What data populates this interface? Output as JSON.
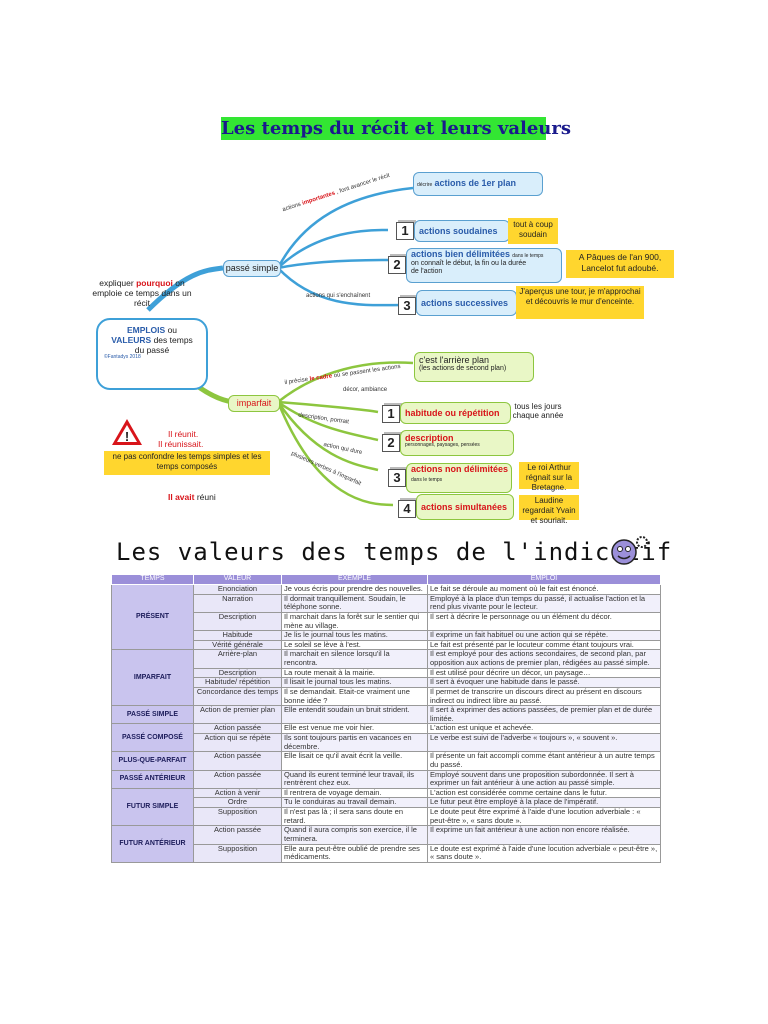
{
  "title": "Les temps du récit et leurs valeurs",
  "mindmap": {
    "center": {
      "l1": "EMPLOIS",
      "l2": "ou",
      "l3": "VALEURS",
      "l4": "des temps",
      "l5": "du passé",
      "credit": "©Fantadys 2018"
    },
    "explain": {
      "pre": "expliquer",
      "hl": "pourquoi",
      "rest": "on emploie ce temps dans un récit"
    },
    "passe_simple": {
      "label": "passé simple",
      "b1": {
        "pre": "actions",
        "hl": "importantes",
        "rest": ", font avancer le récit"
      },
      "b1_box": {
        "small": "décrire",
        "main": "actions de 1er plan"
      },
      "items": [
        {
          "n": "1",
          "title": "actions soudaines",
          "sub": "",
          "ex": "tout à coup soudain"
        },
        {
          "n": "2",
          "title": "actions bien délimitées",
          "sub_small": "dans le temps",
          "sub": "on connaît le début, la fin ou la durée de l'action",
          "ex": "A Pâques de l'an 900, Lancelot fut adoubé."
        },
        {
          "n": "3",
          "title": "actions successives",
          "sub": "",
          "ex": "J'aperçus une tour, je m'approchai et découvris le mur d'enceinte."
        }
      ],
      "b3": "actions qui s'enchaînent"
    },
    "imparfait": {
      "label": "imparfait",
      "b1": {
        "pre": "il précise",
        "hl": "le cadre",
        "rest": "où se passent les actions"
      },
      "decor": "décor, ambiance",
      "b1_box": {
        "main": "c'est l'arrière plan",
        "sub": "(les actions de second plan)"
      },
      "items": [
        {
          "n": "1",
          "title": "habitude ou répétition",
          "branch": "",
          "ex": "tous les jours chaque année"
        },
        {
          "n": "2",
          "title": "description",
          "branch": "description, portrait",
          "sub": "personnages, paysages, pensées",
          "ex": ""
        },
        {
          "n": "3",
          "title": "actions non délimitées",
          "branch": "action qui dure",
          "sub": "dans le temps",
          "ex": "Le roi Arthur régnait sur la Bretagne."
        },
        {
          "n": "4",
          "title": "actions simultanées",
          "branch": "plusieurs verbes à l'imparfait",
          "ex": "Laudine regardait Yvain et souriait."
        }
      ]
    },
    "warning": {
      "l1": "Il réunit.",
      "l2": "Il réunissait.",
      "box": "ne pas confondre les temps simples et les temps composés",
      "l3a": "Il avait",
      "l3b": "réuni"
    }
  },
  "table_title": "Les valeurs des temps de l'indicatif",
  "table": {
    "headers": [
      "TEMPS",
      "VALEUR",
      "EXEMPLE",
      "EMPLOI"
    ],
    "groups": [
      {
        "temps": "PRÉSENT",
        "rows": [
          [
            "Enonciation",
            "Je vous écris pour prendre des nouvelles.",
            "Le fait se déroule au moment où le fait est énoncé."
          ],
          [
            "Narration",
            "Il dormait tranquillement. Soudain, le téléphone sonne.",
            "Employé à la place d'un temps du passé, il actualise l'action et la rend plus vivante pour le lecteur."
          ],
          [
            "Description",
            "Il marchait dans la forêt sur le sentier qui mène au village.",
            "Il sert à décrire le personnage ou un élément du décor."
          ],
          [
            "Habitude",
            "Je lis le journal tous les matins.",
            "Il exprime un fait habituel ou une action qui se répète."
          ],
          [
            "Vérité générale",
            "Le soleil se lève à l'est.",
            "Le fait est présenté par le locuteur comme étant toujours vrai."
          ]
        ]
      },
      {
        "temps": "IMPARFAIT",
        "rows": [
          [
            "Arrière-plan",
            "Il marchait en silence lorsqu'il la rencontra.",
            "Il est employé pour des actions secondaires, de second plan, par opposition aux actions de premier plan, rédigées au passé simple."
          ],
          [
            "Description",
            "La route menait à la mairie.",
            "Il est utilisé pour décrire un décor, un paysage…"
          ],
          [
            "Habitude/ répétition",
            "Il lisait le journal tous les matins.",
            "Il sert à évoquer une habitude dans le passé."
          ],
          [
            "Concordance des temps",
            "Il se demandait. Etait-ce vraiment une bonne idée ?",
            "Il permet de transcrire un discours direct au présent en discours indirect ou indirect libre au passé."
          ]
        ]
      },
      {
        "temps": "PASSÉ SIMPLE",
        "rows": [
          [
            "Action de premier plan",
            "Elle entendit soudain un bruit strident.",
            "Il sert à exprimer des actions passées, de premier plan et de durée limitée."
          ]
        ]
      },
      {
        "temps": "PASSÉ COMPOSÉ",
        "rows": [
          [
            "Action passée",
            "Elle est venue me voir hier.",
            "L'action est unique et achevée."
          ],
          [
            "Action qui se répète",
            "Ils sont toujours partis en vacances en décembre.",
            "Le verbe est suivi de l'adverbe « toujours », « souvent »."
          ]
        ]
      },
      {
        "temps": "PLUS-QUE-PARFAIT",
        "rows": [
          [
            "Action passée",
            "Elle lisait ce qu'il avait écrit la veille.",
            "Il présente un fait accompli comme étant antérieur à un autre temps du passé."
          ]
        ]
      },
      {
        "temps": "PASSÉ ANTÉRIEUR",
        "rows": [
          [
            "Action passée",
            "Quand ils eurent terminé leur travail, ils rentrèrent chez eux.",
            "Employé souvent dans une proposition subordonnée. Il sert à exprimer un fait antérieur à une action au passé simple."
          ]
        ]
      },
      {
        "temps": "FUTUR SIMPLE",
        "rows": [
          [
            "Action à venir",
            "Il rentrera de voyage demain.",
            "L'action est considérée comme certaine dans le futur."
          ],
          [
            "Ordre",
            "Tu le conduiras au travail demain.",
            "Le futur peut être employé à la place de l'impératif."
          ],
          [
            "Supposition",
            "Il n'est pas là ; il sera sans doute en retard.",
            "Le doute peut être exprimé à l'aide d'une locution adverbiale : « peut-être », « sans doute »."
          ]
        ]
      },
      {
        "temps": "FUTUR ANTÉRIEUR",
        "rows": [
          [
            "Action passée",
            "Quand il aura compris son exercice, il le terminera.",
            "Il exprime un fait antérieur à une action non encore réalisée."
          ],
          [
            "Supposition",
            "Elle aura peut-être oublié de prendre ses médicaments.",
            "Le doute est exprimé à l'aide d'une locution adverbiale « peut-être », « sans doute »."
          ]
        ]
      }
    ]
  }
}
